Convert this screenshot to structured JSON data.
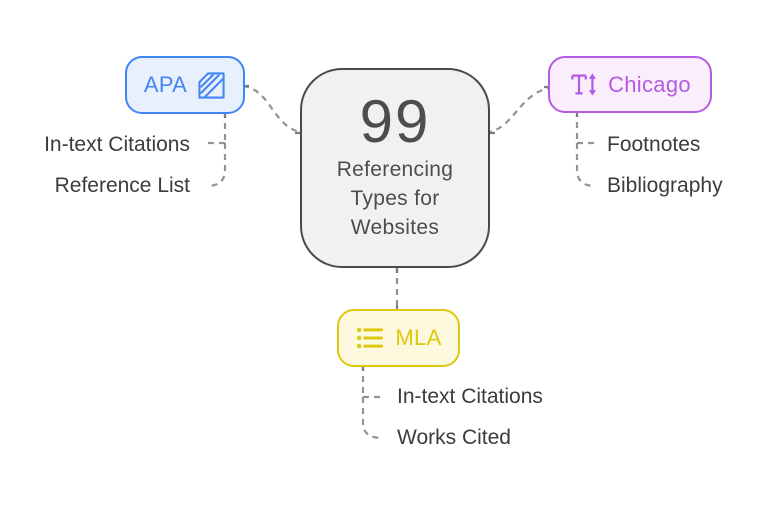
{
  "center": {
    "quote_mark": "99",
    "title": "Referencing Types for Websites"
  },
  "branches": [
    {
      "label": "APA",
      "icon": "striped-pyramid-icon",
      "children": [
        "In-text Citations",
        "Reference List"
      ]
    },
    {
      "label": "Chicago",
      "icon": "text-height-icon",
      "children": [
        "Footnotes",
        "Bibliography"
      ]
    },
    {
      "label": "MLA",
      "icon": "bulleted-list-icon",
      "children": [
        "In-text Citations",
        "Works Cited"
      ]
    }
  ],
  "colors": {
    "background": "#ffffff",
    "center_fill": "#f1f1f1",
    "center_border": "#4a4a4a",
    "center_text": "#4d4d4d",
    "label_text": "#3c3c3c",
    "connector": "#939393",
    "apa_accent": "#4285f4",
    "apa_fill": "#e8f0fd",
    "chicago_accent": "#b35ce0",
    "chicago_fill": "#faeefd",
    "mla_accent": "#ddc90f",
    "mla_fill": "#fcf9df"
  }
}
